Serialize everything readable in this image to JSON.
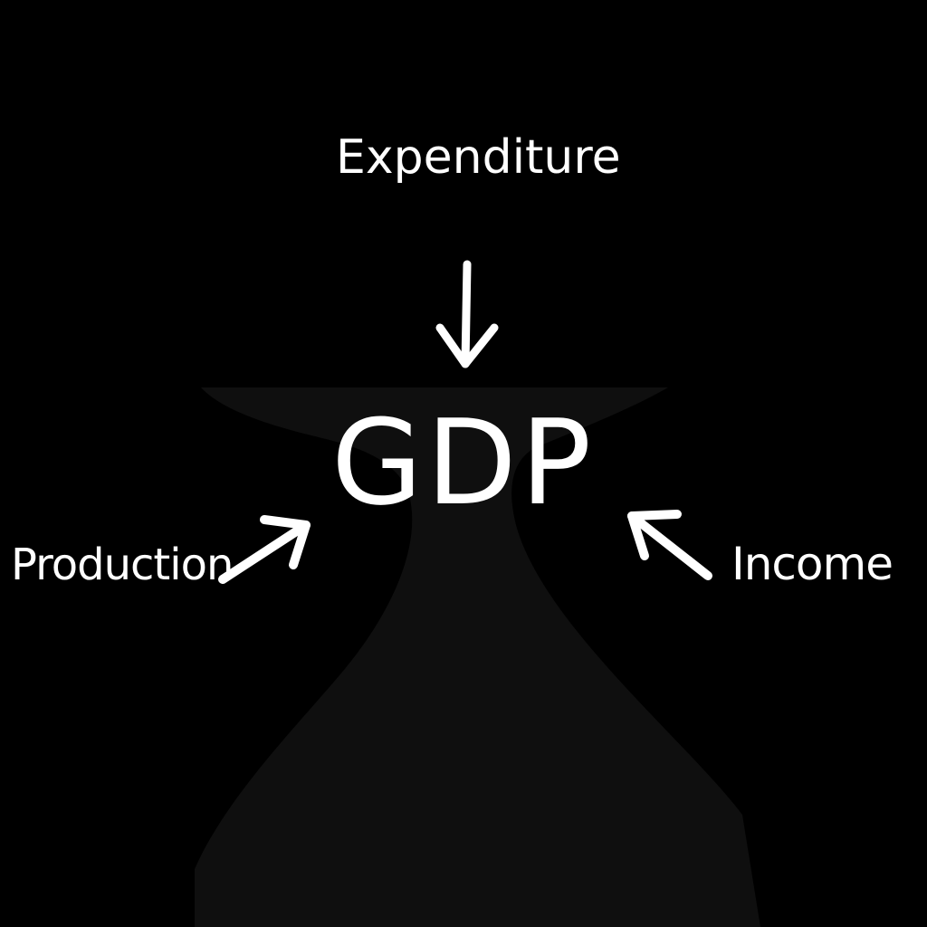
{
  "diagram": {
    "center": {
      "label": "GDP"
    },
    "sources": [
      {
        "id": "expenditure",
        "label": "Expenditure"
      },
      {
        "id": "production",
        "label": "Production"
      },
      {
        "id": "income",
        "label": "Income"
      }
    ]
  },
  "colors": {
    "background": "#000000",
    "text": "#ffffff",
    "arrow": "#ffffff",
    "silhouette": "#0f0f0f"
  }
}
